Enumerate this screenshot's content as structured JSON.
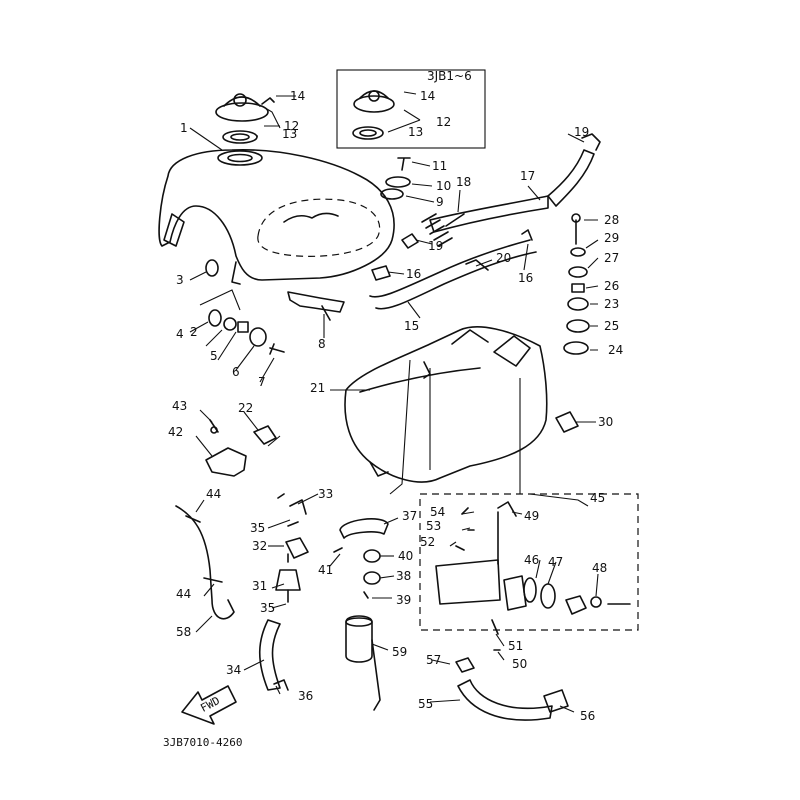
{
  "inset_label": "3JB1~6",
  "figure_code": "3JB7010-4260",
  "fwd_label": "FWD",
  "callouts": [
    "1",
    "2",
    "3",
    "4",
    "5",
    "6",
    "7",
    "8",
    "9",
    "10",
    "11",
    "12",
    "13",
    "14",
    "15",
    "16",
    "17",
    "18",
    "19",
    "20",
    "21",
    "22",
    "23",
    "24",
    "25",
    "26",
    "27",
    "28",
    "29",
    "30",
    "31",
    "32",
    "33",
    "34",
    "35",
    "36",
    "37",
    "38",
    "39",
    "40",
    "41",
    "42",
    "43",
    "44",
    "45",
    "46",
    "47",
    "48",
    "49",
    "50",
    "51",
    "52",
    "53",
    "54",
    "55",
    "56",
    "57",
    "58",
    "59"
  ]
}
